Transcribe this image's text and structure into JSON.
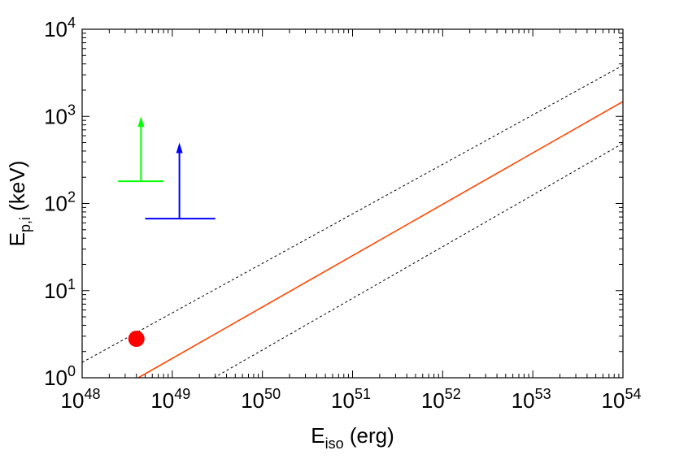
{
  "chart_data": {
    "type": "scatter",
    "xscale": "log",
    "yscale": "log",
    "xlim": [
      1e+48,
      1e+54
    ],
    "ylim": [
      1,
      10000
    ],
    "grid": false,
    "legend": "none",
    "xlabel": {
      "main": "E",
      "sub": "iso",
      "rest": " (erg)"
    },
    "ylabel": {
      "main": "E",
      "sub": "p,i",
      "rest": " (keV)"
    },
    "xticks": [
      {
        "value": 1e+48,
        "base": "10",
        "exp": "48"
      },
      {
        "value": 1e+49,
        "base": "10",
        "exp": "49"
      },
      {
        "value": 1e+50,
        "base": "10",
        "exp": "50"
      },
      {
        "value": 1e+51,
        "base": "10",
        "exp": "51"
      },
      {
        "value": 1e+52,
        "base": "10",
        "exp": "52"
      },
      {
        "value": 1e+53,
        "base": "10",
        "exp": "53"
      },
      {
        "value": 1e+54,
        "base": "10",
        "exp": "54"
      }
    ],
    "yticks": [
      {
        "value": 1,
        "base": "10",
        "exp": "0"
      },
      {
        "value": 10,
        "base": "10",
        "exp": "1"
      },
      {
        "value": 100,
        "base": "10",
        "exp": "2"
      },
      {
        "value": 1000,
        "base": "10",
        "exp": "3"
      },
      {
        "value": 10000,
        "base": "10",
        "exp": "4"
      }
    ],
    "lines": [
      {
        "style": "solid",
        "color": "#ff4500",
        "points": [
          [
            4.2e+48,
            1.0
          ],
          [
            1e+54,
            1480
          ]
        ]
      },
      {
        "style": "dotted",
        "color": "#000000",
        "points": [
          [
            1e+48,
            1.5
          ],
          [
            1e+54,
            3850
          ]
        ]
      },
      {
        "style": "dotted",
        "color": "#000000",
        "points": [
          [
            2.9e+49,
            1.0
          ],
          [
            1e+54,
            490
          ]
        ]
      }
    ],
    "points": [
      {
        "x": 4e+48,
        "y": 2.8,
        "color": "#ff0000"
      }
    ],
    "lower_limits": [
      {
        "color": "#00ff00",
        "x_range": [
          2.5e+48,
          8e+48
        ],
        "x": 4.5e+48,
        "y": 180,
        "arrow_to": 1000
      },
      {
        "color": "#0000ff",
        "x_range": [
          5e+48,
          3e+49
        ],
        "x": 1.2e+49,
        "y": 67,
        "arrow_to": 500
      }
    ]
  }
}
